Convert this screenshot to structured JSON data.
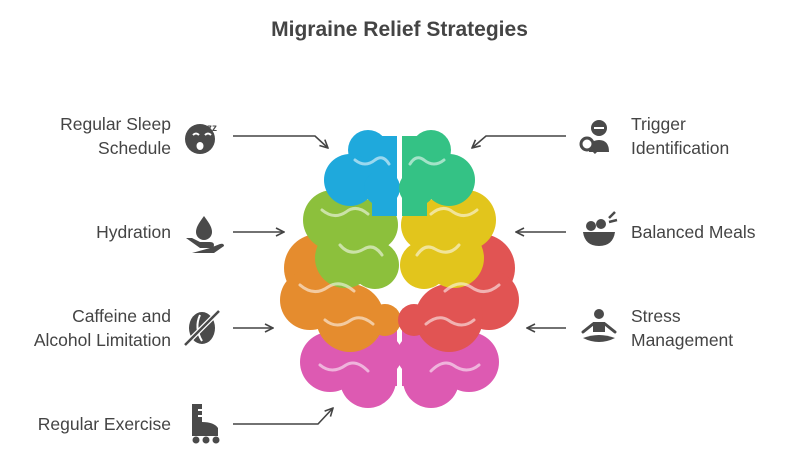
{
  "title": "Migraine Relief Strategies",
  "colors": {
    "blue": "#1fa9dc",
    "green": "#34c285",
    "lime": "#8cc03c",
    "yellow": "#e2c51c",
    "orange": "#e58c2e",
    "red": "#e15453",
    "pink": "#dd5ab2",
    "text": "#444444",
    "icon": "#4a4a4a"
  },
  "strategies": {
    "sleep": {
      "line1": "Regular Sleep",
      "line2": "Schedule",
      "icon": "sleepy-face-icon"
    },
    "hydration": {
      "line1": "Hydration",
      "icon": "water-drop-hand-icon"
    },
    "caffeine": {
      "line1": "Caffeine and",
      "line2": "Alcohol Limitation",
      "icon": "no-coffee-icon"
    },
    "exercise": {
      "line1": "Regular Exercise",
      "icon": "roller-skate-icon"
    },
    "trigger": {
      "line1": "Trigger",
      "line2": "Identification",
      "icon": "search-person-icon"
    },
    "meals": {
      "line1": "Balanced Meals",
      "icon": "salad-bowl-icon"
    },
    "stress": {
      "line1": "Stress",
      "line2": "Management",
      "icon": "meditation-icon"
    }
  }
}
